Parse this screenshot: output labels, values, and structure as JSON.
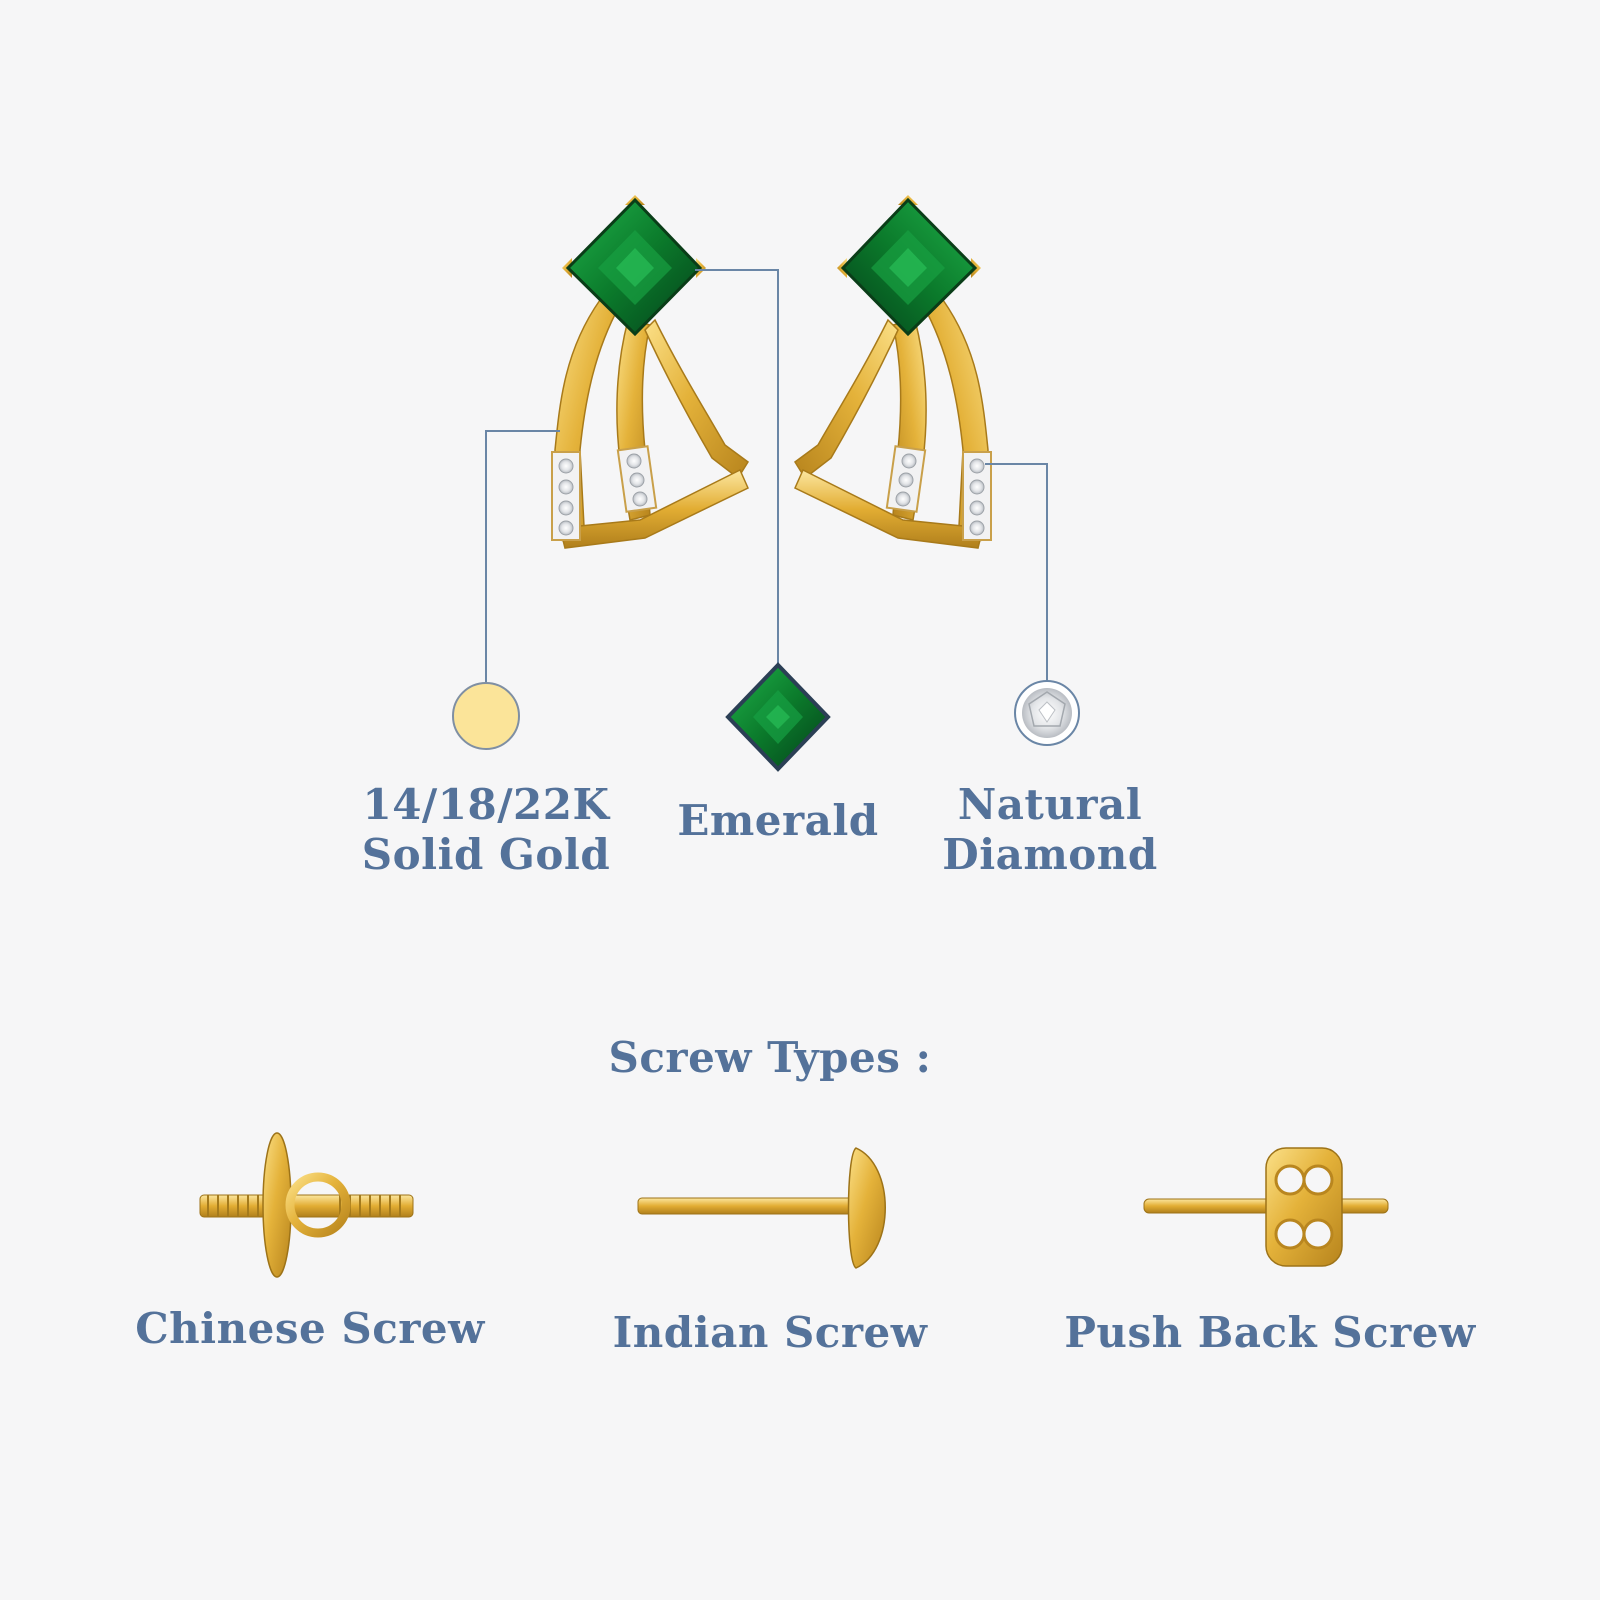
{
  "materials": [
    {
      "line1": "14/18/22K",
      "line2": "Solid Gold",
      "icon": "gold-swatch-icon"
    },
    {
      "line1": "Emerald",
      "line2": "",
      "icon": "emerald-gem-icon"
    },
    {
      "line1": "Natural",
      "line2": "Diamond",
      "icon": "diamond-gem-icon"
    }
  ],
  "screws": {
    "heading": "Screw Types :",
    "items": [
      {
        "label": "Chinese Screw",
        "icon": "chinese-screw-icon"
      },
      {
        "label": "Indian Screw",
        "icon": "indian-screw-icon"
      },
      {
        "label": "Push Back Screw",
        "icon": "push-back-screw-icon"
      }
    ]
  },
  "colors": {
    "text": "#54729a",
    "callout_line": "#6a86a6",
    "gold": "#e5b53b",
    "gold_dark": "#b9861f",
    "gold_swatch": "#fbe499",
    "emerald": "#0d7a2c",
    "emerald_dark": "#063d17",
    "background": "#f6f6f7"
  }
}
